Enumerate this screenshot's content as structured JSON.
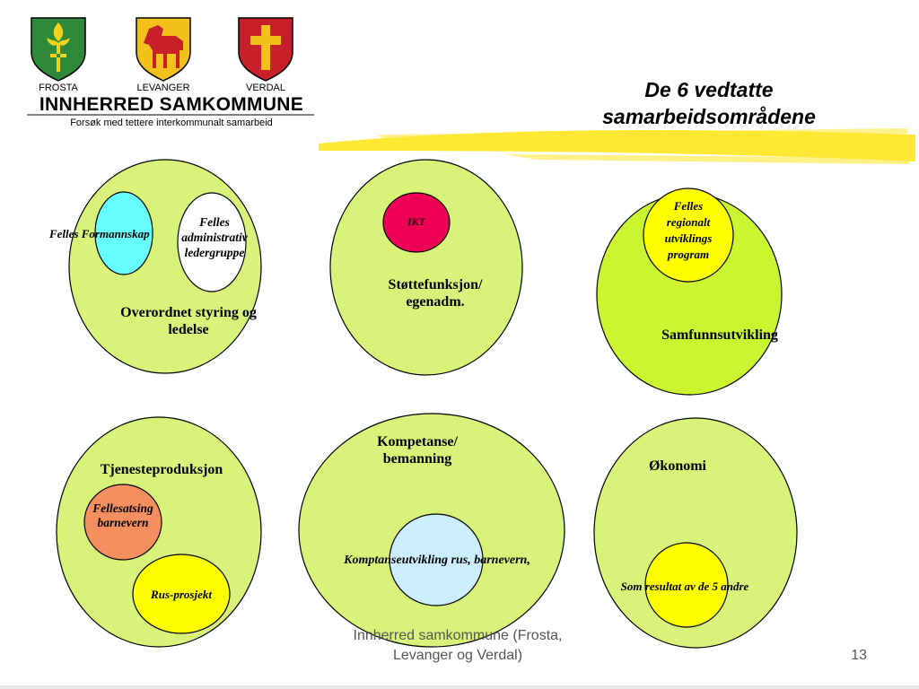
{
  "header": {
    "shields": [
      {
        "label": "FROSTA",
        "field_color": "#2e8a3a",
        "charge_color": "#f2d21b",
        "icon": "fleur-de-lis-icon"
      },
      {
        "label": "LEVANGER",
        "field_color": "#f2c21b",
        "charge_color": "#c8202a",
        "icon": "horse-icon"
      },
      {
        "label": "VERDAL",
        "field_color": "#c8202a",
        "charge_color": "#f2c21b",
        "icon": "cross-icon"
      }
    ],
    "org_name": "INNHERRED SAMKOMMUNE",
    "tagline": "Forsøk med tettere interkommunalt samarbeid"
  },
  "title": {
    "line1": "De 6 vedtatte",
    "line2": "samarbeidsområdene"
  },
  "colors": {
    "big_circle": "#d9f27a",
    "big_circle_lime": "#ccf531",
    "outline": "#000000",
    "cyan": "#66ffff",
    "white": "#ffffff",
    "magenta": "#ee0055",
    "yellow": "#ffff00",
    "salmon": "#f4905f",
    "light_blue": "#cceeff",
    "highlighter": "#ffe733"
  },
  "areas": [
    {
      "name": "Overordnet styring og ledelse",
      "sub": [
        "Felles Formannskap",
        "Felles administrativ ledergruppe"
      ]
    },
    {
      "name": "Støttefunksjon/ egenadm.",
      "sub": [
        "IKT"
      ]
    },
    {
      "name": "Samfunnsutvikling",
      "sub": [
        "Felles regionalt utviklings program"
      ]
    },
    {
      "name": "Tjenesteproduksjon",
      "sub": [
        "Fellesatsing barnevern",
        "Rus-prosjekt"
      ]
    },
    {
      "name": "Kompetanse/ bemanning",
      "sub": [
        "Komptanseutvikling rus, barnevern,"
      ]
    },
    {
      "name": "Økonomi",
      "sub": [
        "Som resultat av de 5 andre"
      ]
    }
  ],
  "footer": {
    "text": "Innherred samkommune (Frosta, Levanger og Verdal)",
    "page_number": "13"
  }
}
